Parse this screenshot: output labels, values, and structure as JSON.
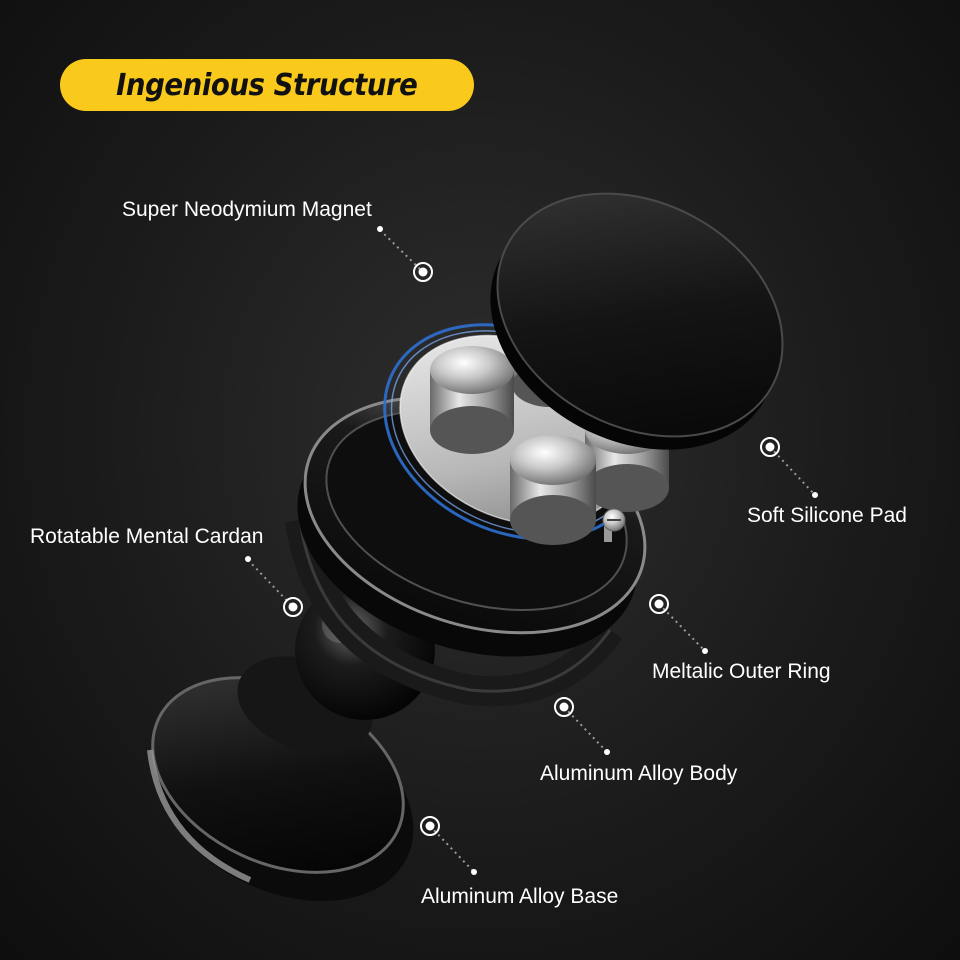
{
  "title": "Ingenious Structure",
  "colors": {
    "accent": "#f9c91b",
    "background": "#1b1b1b",
    "label": "#ffffff"
  },
  "parts": [
    {
      "id": "magnet",
      "label": "Super Neodymium Magnet"
    },
    {
      "id": "pad",
      "label": "Soft Silicone Pad"
    },
    {
      "id": "cardan",
      "label": "Rotatable Mental Cardan"
    },
    {
      "id": "ring",
      "label": "Meltalic Outer Ring"
    },
    {
      "id": "body",
      "label": "Aluminum Alloy Body"
    },
    {
      "id": "base",
      "label": "Aluminum Alloy Base"
    }
  ]
}
